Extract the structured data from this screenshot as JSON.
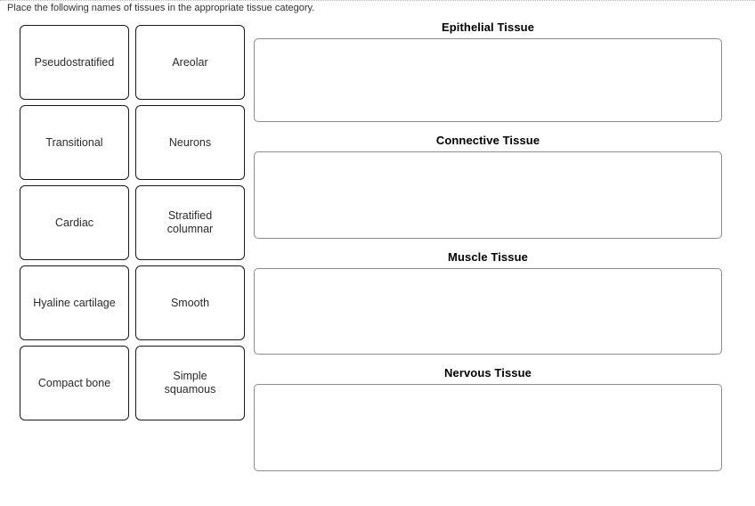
{
  "instruction": "Place the following names of tissues in the appropriate tissue category.",
  "tile_bank": {
    "tiles": [
      {
        "label": "Pseudostratified"
      },
      {
        "label": "Areolar"
      },
      {
        "label": "Transitional"
      },
      {
        "label": "Neurons"
      },
      {
        "label": "Cardiac"
      },
      {
        "label": "Stratified\ncolumnar"
      },
      {
        "label": "Hyaline cartilage"
      },
      {
        "label": "Smooth"
      },
      {
        "label": "Compact bone"
      },
      {
        "label": "Simple\nsquamous"
      }
    ]
  },
  "categories": [
    {
      "title": "Epithelial Tissue",
      "contents": ""
    },
    {
      "title": "Connective Tissue",
      "contents": ""
    },
    {
      "title": "Muscle Tissue",
      "contents": ""
    },
    {
      "title": "Nervous Tissue",
      "contents": ""
    }
  ],
  "colors": {
    "tile_border": "#1a1a1a",
    "dropzone_border": "#8c8c8c",
    "background": "#ffffff",
    "text": "#2b2b2b",
    "title_text": "#000000"
  }
}
